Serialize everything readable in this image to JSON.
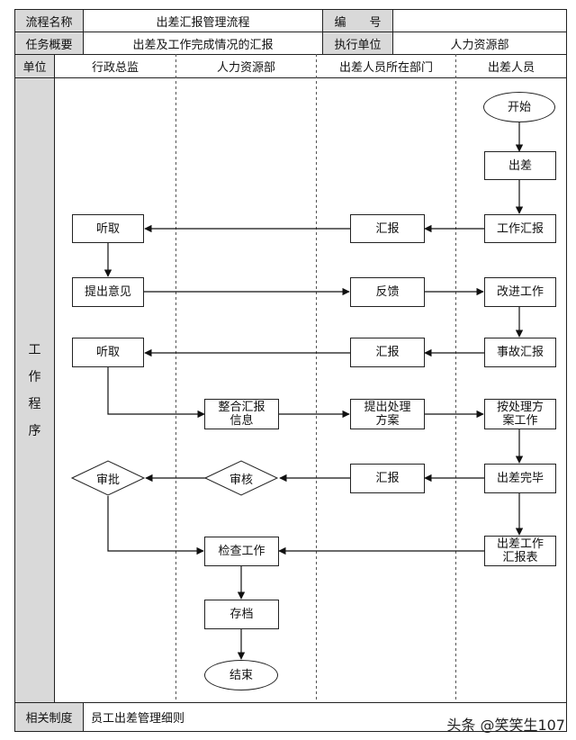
{
  "header": {
    "process_name_label": "流程名称",
    "process_name": "出差汇报管理流程",
    "number_label": "编　　号",
    "number_value": "",
    "task_summary_label": "任务概要",
    "task_summary": "出差及工作完成情况的汇报",
    "executor_label": "执行单位",
    "executor": "人力资源部"
  },
  "lanes": {
    "unit_label": "单位",
    "lane1": "行政总监",
    "lane2": "人力资源部",
    "lane3": "出差人员所在部门",
    "lane4": "出差人员"
  },
  "side_label": [
    "工",
    "作",
    "程",
    "序"
  ],
  "nodes": {
    "start": "开始",
    "trip": "出差",
    "work_report": "工作汇报",
    "report1": "汇报",
    "listen1": "听取",
    "propose": "提出意见",
    "feedback": "反馈",
    "improve": "改进工作",
    "incident_report": "事故汇报",
    "report2": "汇报",
    "listen2": "听取",
    "integrate_l1": "整合汇报",
    "integrate_l2": "信息",
    "solution_l1": "提出处理",
    "solution_l2": "方案",
    "work_plan_l1": "按处理方",
    "work_plan_l2": "案工作",
    "trip_done": "出差完毕",
    "report3": "汇报",
    "review": "审核",
    "approve": "审批",
    "trip_report_l1": "出差工作",
    "trip_report_l2": "汇报表",
    "check": "检查工作",
    "archive": "存档",
    "end": "结束"
  },
  "footer": {
    "related_label": "相关制度",
    "related_value": "员工出差管理细则"
  },
  "watermark": "头条 @笑笑生107"
}
